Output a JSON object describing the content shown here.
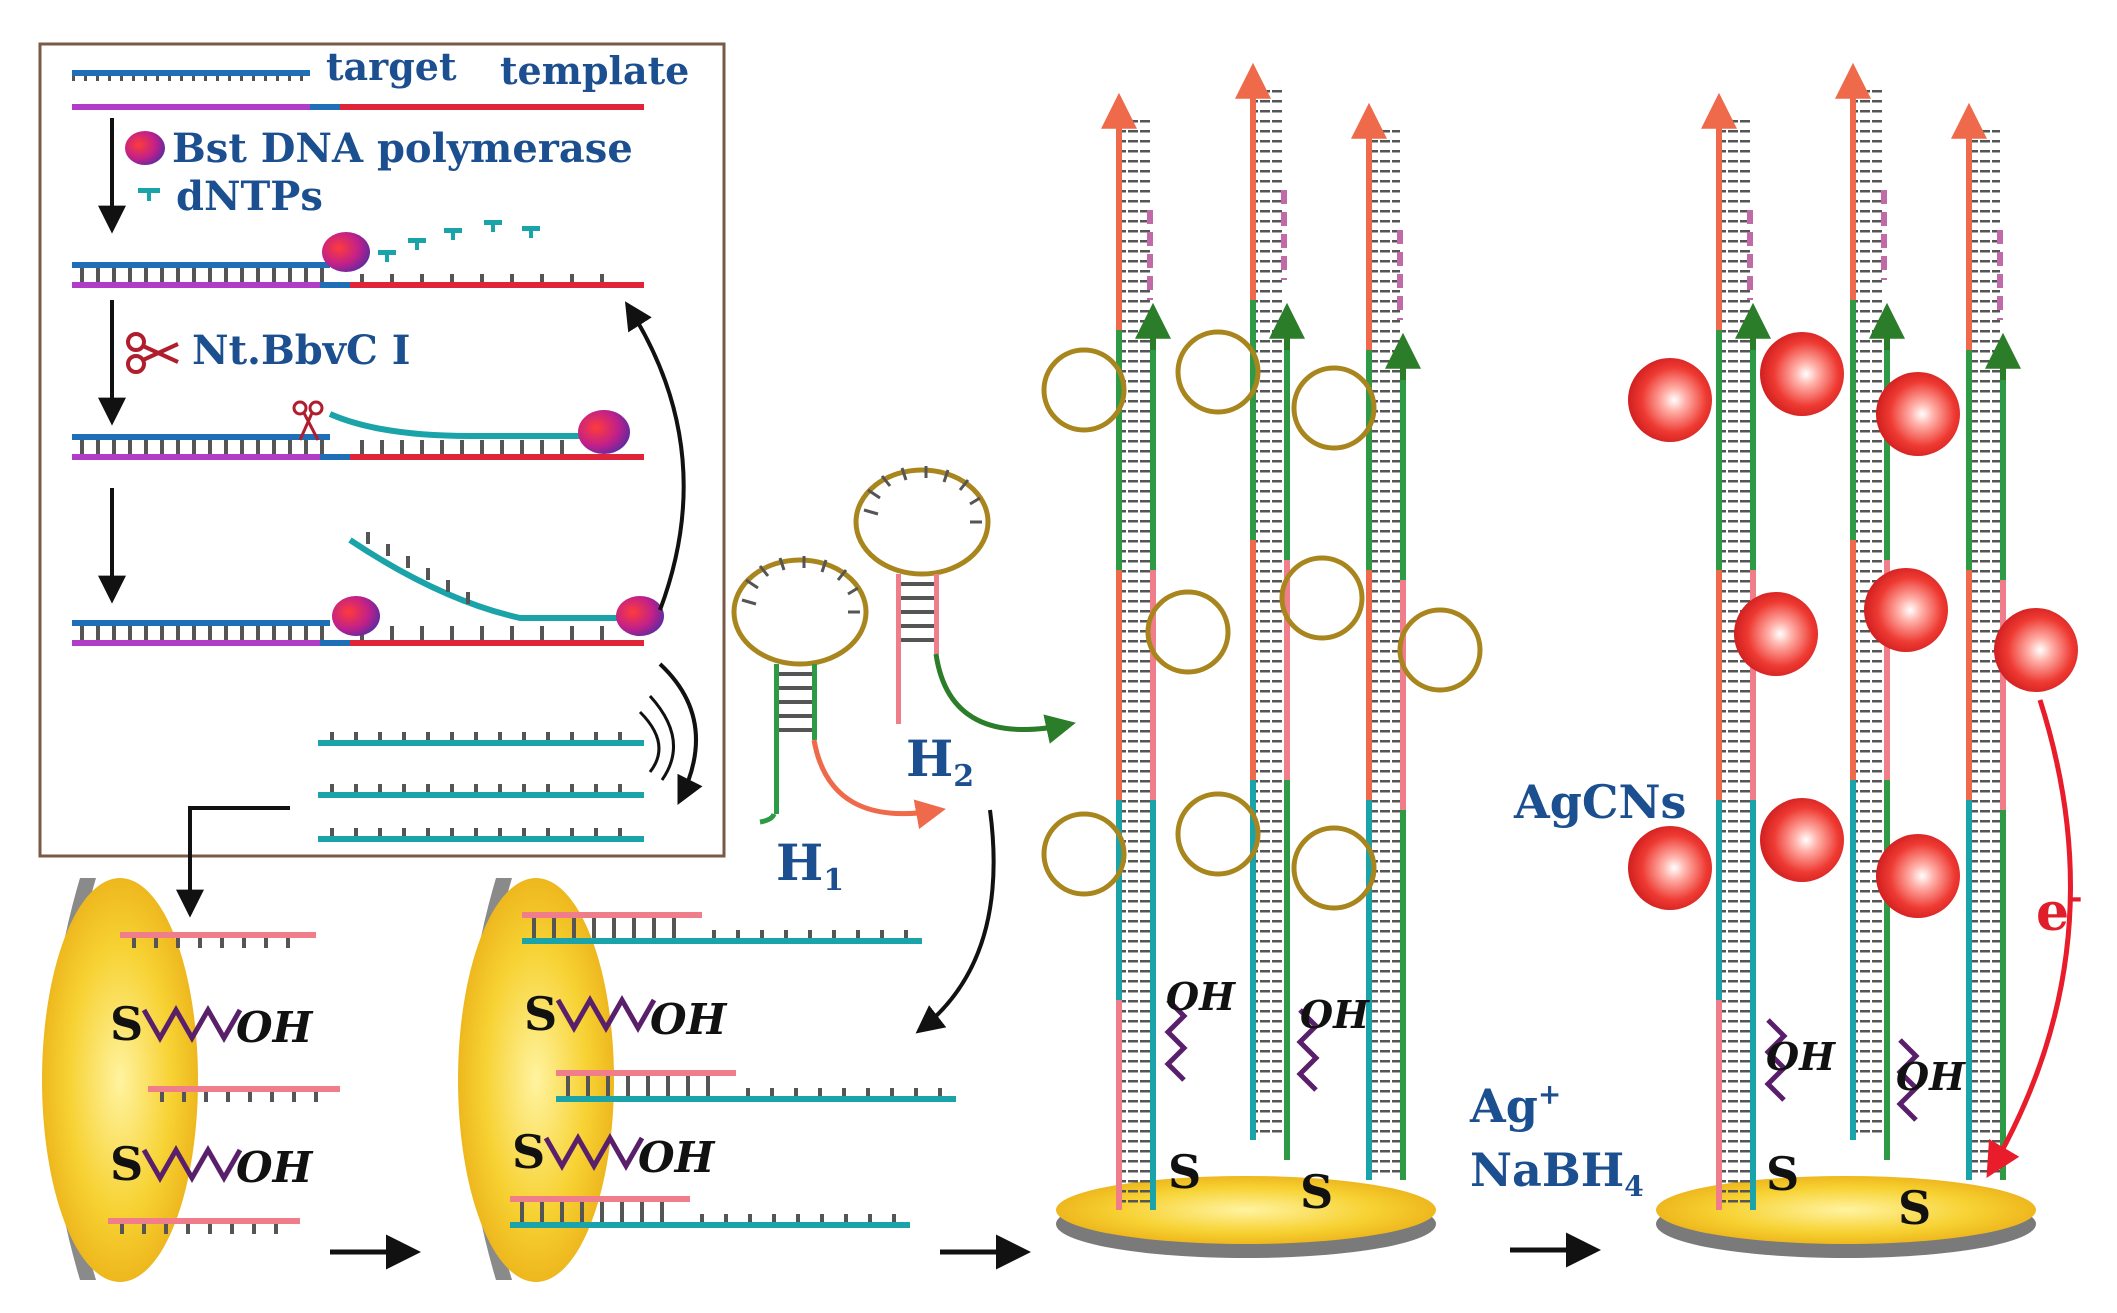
{
  "labels": {
    "target": "target",
    "template": "template",
    "polymerase": "Bst DNA polymerase",
    "dntps": "dNTPs",
    "nicking": "Nt.BbvC I",
    "h1": "H",
    "h1_sub": "1",
    "h2": "H",
    "h2_sub": "2",
    "agcns": "AgCNs",
    "ag": "Ag",
    "ag_sup": "+",
    "nabh": "NaBH",
    "nabh_sub": "4",
    "electron": "e",
    "electron_sup": "-",
    "s": "S",
    "oh": "OH"
  },
  "colors": {
    "label_blue": "#1b4f8f",
    "strand_blue": "#1f6fb8",
    "strand_magenta": "#b03cc8",
    "strand_red": "#e0253a",
    "strand_teal": "#1aa3a8",
    "strand_pink": "#ef7e8a",
    "strand_green": "#2f9a46",
    "strand_orange": "#ee6a4a",
    "strand_dark_green": "#2c7d2a",
    "loop_gold": "#a8861d",
    "gold_electrode": "#f5c518",
    "electrode_rim": "#8a8a8a",
    "linker_purple": "#5a1f6a",
    "silver_cluster": "#e8342e",
    "electron_arrow": "#e81c2a"
  }
}
